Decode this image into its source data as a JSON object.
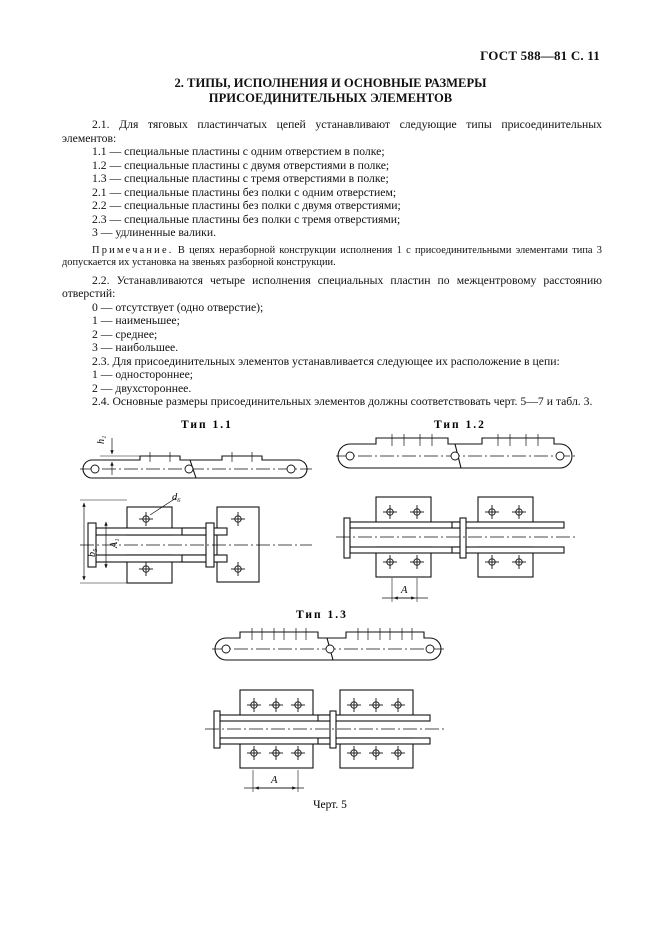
{
  "header": "ГОСТ 588—81 С. 11",
  "section_title_line1": "2. ТИПЫ, ИСПОЛНЕНИЯ И ОСНОВНЫЕ РАЗМЕРЫ",
  "section_title_line2": "ПРИСОЕДИНИТЕЛЬНЫХ ЭЛЕМЕНТОВ",
  "p_2_1": "2.1. Для тяговых пластинчатых цепей устанавливают следующие типы присоединительных элементов:",
  "types": [
    "1.1 — специальные пластины с одним отверстием в полке;",
    "1.2 — специальные пластины с двумя отверстиями в полке;",
    "1.3 — специальные пластины с тремя отверстиями в полке;",
    "2.1 — специальные пластины без полки с одним отверстием;",
    "2.2 — специальные пластины без полки с двумя отверстиями;",
    "2.3 — специальные пластины без полки с тремя отверстиями;",
    "3 — удлиненные валики."
  ],
  "note_label": "Примечание.",
  "note_text": "В цепях неразборной конструкции исполнения 1 с присоединительными элементами типа 3 допускается их установка на звеньях разборной конструкции.",
  "p_2_2": "2.2. Устанавливаются четыре исполнения специальных пластин по межцентровому расстоянию отверстий:",
  "versions": [
    "0 — отсутствует (одно отверстие);",
    "1 — наименьшее;",
    "2 — среднее;",
    "3 — наибольшее."
  ],
  "p_2_3": "2.3. Для присоединительных элементов устанавливается следующее их расположение в цепи:",
  "arrangements": [
    "1 — одностороннее;",
    "2 — двухстороннее."
  ],
  "p_2_4": "2.4. Основные размеры присоединительных элементов должны соответствовать черт. 5—7 и табл. 3.",
  "figures": {
    "type_1_1_label": "Тип 1.1",
    "type_1_2_label": "Тип 1.2",
    "type_1_3_label": "Тип 1.3",
    "dim_h1": "h₁",
    "dim_d6": "d₆",
    "dim_A1": "A₁",
    "dim_b5": "b₅",
    "dim_A": "A",
    "caption": "Черт. 5"
  }
}
